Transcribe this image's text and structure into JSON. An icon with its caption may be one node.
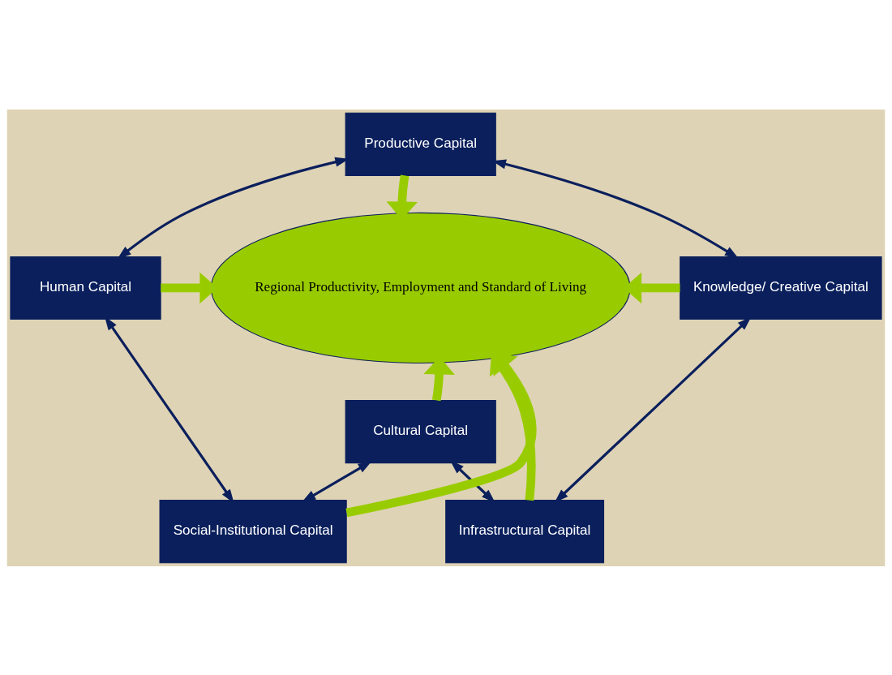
{
  "diagram": {
    "nodes": [
      {
        "text": [
          "Productive Capital"
        ]
      },
      {
        "text": [
          "Knowledge/ Creative Capital"
        ]
      },
      {
        "text": [
          "Human Capital"
        ]
      },
      {
        "text": [
          "Regional Productivity, Employment and Standard of Living"
        ]
      },
      {
        "text": [
          "Infrastructural Capital"
        ]
      },
      {
        "text": [
          "Social-Institutional Capital"
        ]
      },
      {
        "text": [
          "Cultural Capital"
        ]
      }
    ],
    "edges": [
      {
        "from": 1,
        "to": 0,
        "arrow": "both"
      },
      {
        "from": 0,
        "to": 2,
        "arrow": "both"
      },
      {
        "from": 1,
        "to": 4,
        "arrow": "both"
      },
      {
        "from": 2,
        "to": 5,
        "arrow": "both"
      },
      {
        "from": 4,
        "to": 6,
        "arrow": "both"
      },
      {
        "from": 6,
        "to": 5,
        "arrow": "both"
      },
      {
        "from": 0,
        "to": 3,
        "arrow": "to",
        "style": "thick",
        "color": "#99cc00"
      },
      {
        "from": 1,
        "to": 3,
        "arrow": "to",
        "style": "thick",
        "color": "#99cc00"
      },
      {
        "from": 2,
        "to": 3,
        "arrow": "to",
        "style": "thick",
        "color": "#99cc00"
      },
      {
        "from": 4,
        "to": 3,
        "arrow": "to",
        "style": "thick",
        "color": "#99cc00"
      },
      {
        "from": 5,
        "to": 3,
        "arrow": "to",
        "style": "thick",
        "color": "#99cc00"
      },
      {
        "from": 6,
        "to": 3,
        "arrow": "to",
        "style": "thick",
        "color": "#99cc00"
      }
    ]
  }
}
